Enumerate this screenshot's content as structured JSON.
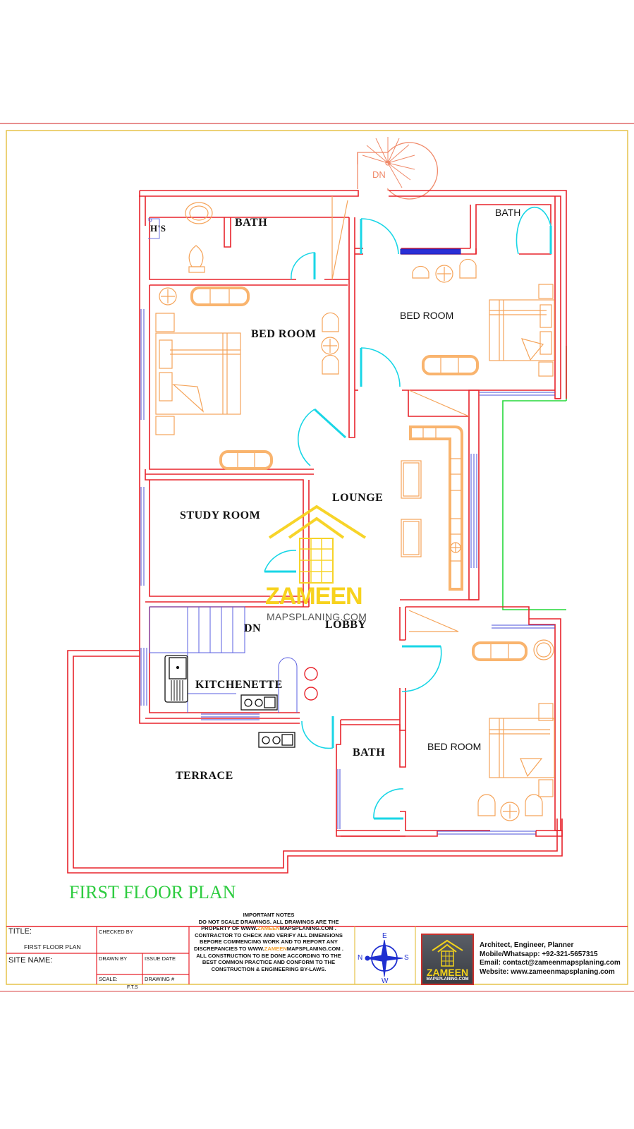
{
  "drawing": {
    "plan_title": "FIRST FLOOR PLAN",
    "rooms": {
      "bath_top_left": "BATH",
      "hs": "H'S",
      "bed_room_left": "BED  ROOM",
      "bath_top_right": "BATH",
      "bed_room_right": "BED ROOM",
      "study_room": "STUDY  ROOM",
      "lounge": "LOUNGE",
      "lobby": "LOBBY",
      "stair_dn": "DN",
      "spiral_dn": "DN",
      "kitchenette": "KITCHENETTE",
      "terrace": "TERRACE",
      "bath_bottom": "BATH",
      "bed_room_bottom": "BED ROOM"
    },
    "watermark": {
      "brand": "ZAMEEN",
      "sub": "MAPSPLANING.COM"
    },
    "colors": {
      "walls": "#e8232b",
      "doors": "#19d6e6",
      "furniture": "#f5a45a",
      "windows": "#3b3fd6",
      "terrace_outline": "#25d93a",
      "frame": "#e5c34a",
      "title_green": "#2ecc40"
    }
  },
  "title_block": {
    "title_label": "TITLE:",
    "title_value": "FIRST FLOOR PLAN",
    "site_name_label": "SITE NAME:",
    "checked_by_label": "CHECKED BY",
    "drawn_by_label": "DRAWN BY",
    "issue_date_label": "ISSUE DATE",
    "scale_label": "SCALE:",
    "scale_value": "F.T.S",
    "drawing_no_label": "DRAWING #",
    "notes": {
      "heading": "IMPORTANT NOTES",
      "line1": "DO NOT SCALE DRAWINGS. ALL DRAWINGS ARE THE",
      "line2_pre": "PROPERTY OF  WWW.",
      "line2_brand": "ZAMEEN",
      "line2_post": "MAPSPLANING.COM .",
      "line3": "CONTRACTOR TO CHECK AND VERIFY ALL DIMENSIONS",
      "line4": "BEFORE COMMENCING WORK AND TO REPORT ANY",
      "line5_pre": "DISCREPANCIES TO WWW.",
      "line5_brand": "ZAMEEN",
      "line5_post": "MAPSPLANING.COM .",
      "line6": "ALL CONSTRUCTION TO BE DONE ACCORDING TO THE",
      "line7": "BEST COMMON PRACTICE AND CONFORM TO THE",
      "line8": "CONSTRUCTION & ENGINEERING BY-LAWS."
    },
    "compass": {
      "n": "N",
      "e": "E",
      "s": "S",
      "w": "W"
    },
    "logo": {
      "brand": "ZAMEEN",
      "sub": "MAPSPLANING.COM"
    },
    "contact": {
      "roles": "Architect, Engineer, Planner",
      "phone": "Mobile/Whatsapp: +92-321-5657315",
      "email": "Email: contact@zameenmapsplaning.com",
      "website": "Website: www.zameenmapsplaning.com"
    }
  }
}
